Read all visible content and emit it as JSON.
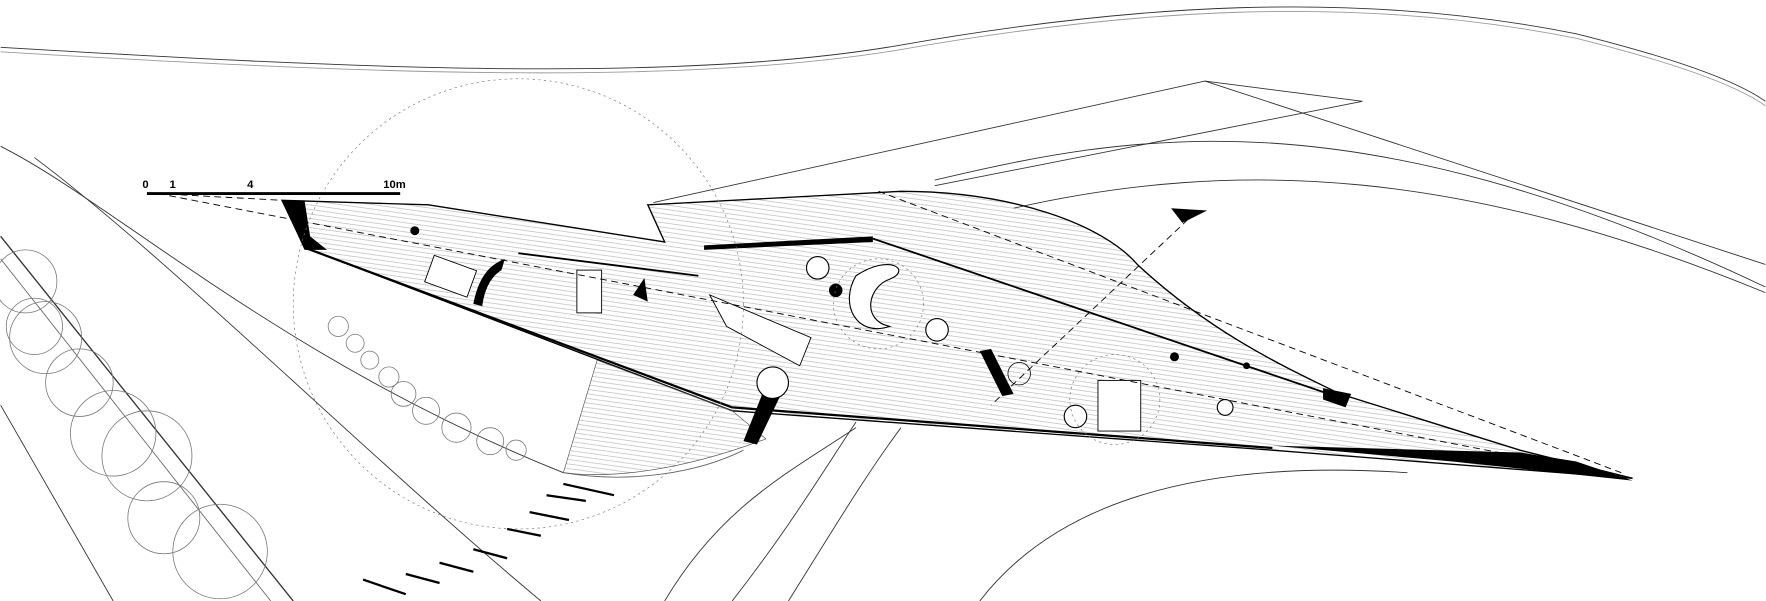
{
  "scale_bar": {
    "labels": [
      "0",
      "1",
      "4",
      "10m"
    ]
  },
  "colors": {
    "ink": "#000000",
    "hatch": "#9a9a9a",
    "background": "#ffffff"
  }
}
